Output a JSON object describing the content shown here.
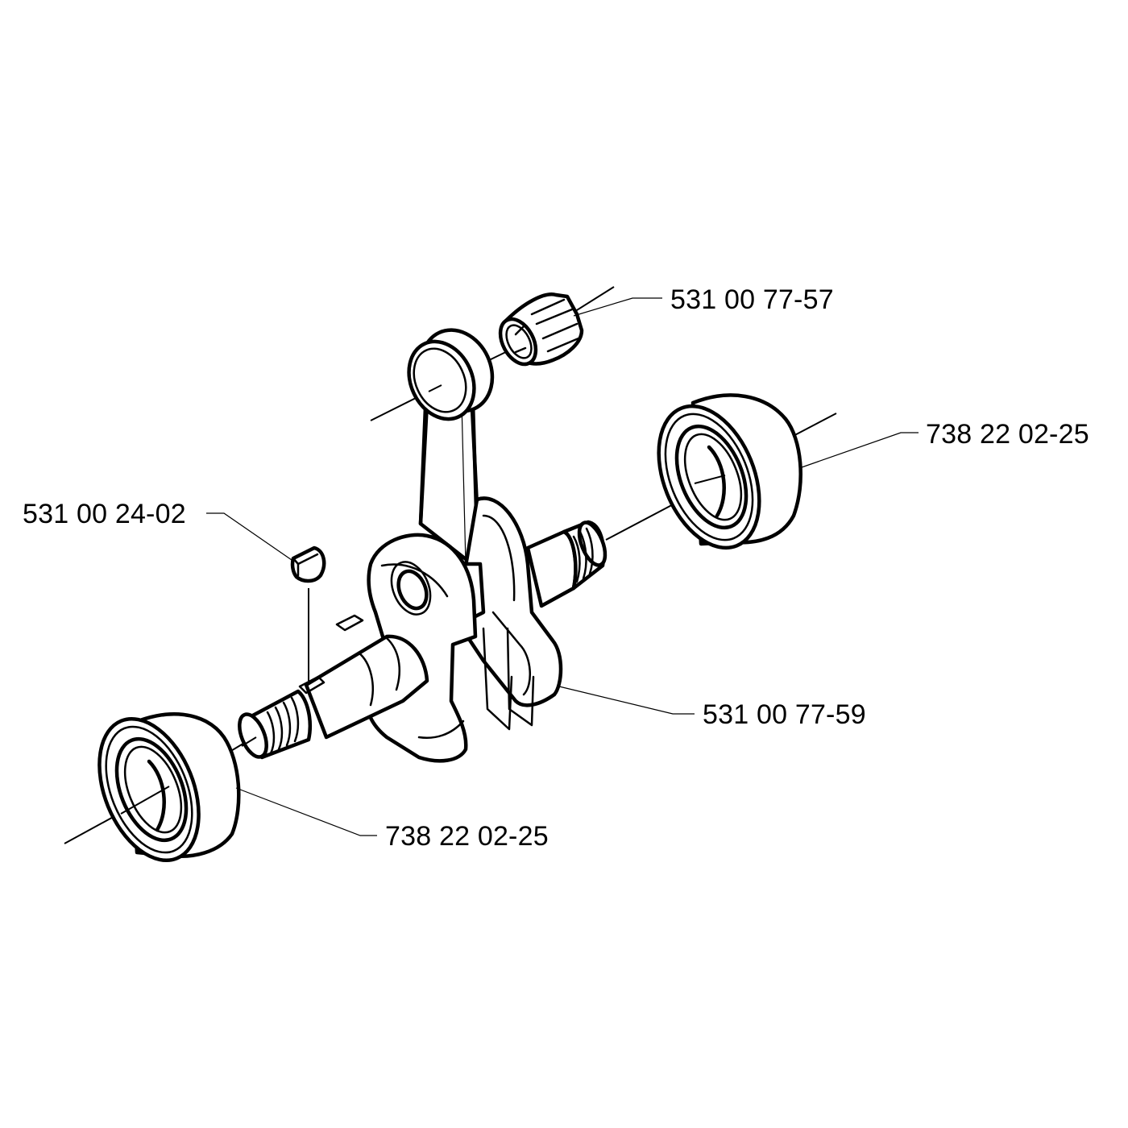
{
  "diagram": {
    "title": "Crankshaft assembly exploded view",
    "background": "#ffffff",
    "line_color": "#000000",
    "parts": [
      {
        "id": "needle-bearing",
        "label": "531 00 77-57",
        "description": "Needle bearing (small end)"
      },
      {
        "id": "ball-bearing-right",
        "label": "738 22 02-25",
        "description": "Ball bearing (right)"
      },
      {
        "id": "woodruff-key",
        "label": "531 00 24-02",
        "description": "Woodruff key"
      },
      {
        "id": "crankshaft",
        "label": "531 00 77-59",
        "description": "Crankshaft with connecting rod"
      },
      {
        "id": "ball-bearing-left",
        "label": "738 22 02-25",
        "description": "Ball bearing (left)"
      }
    ]
  }
}
